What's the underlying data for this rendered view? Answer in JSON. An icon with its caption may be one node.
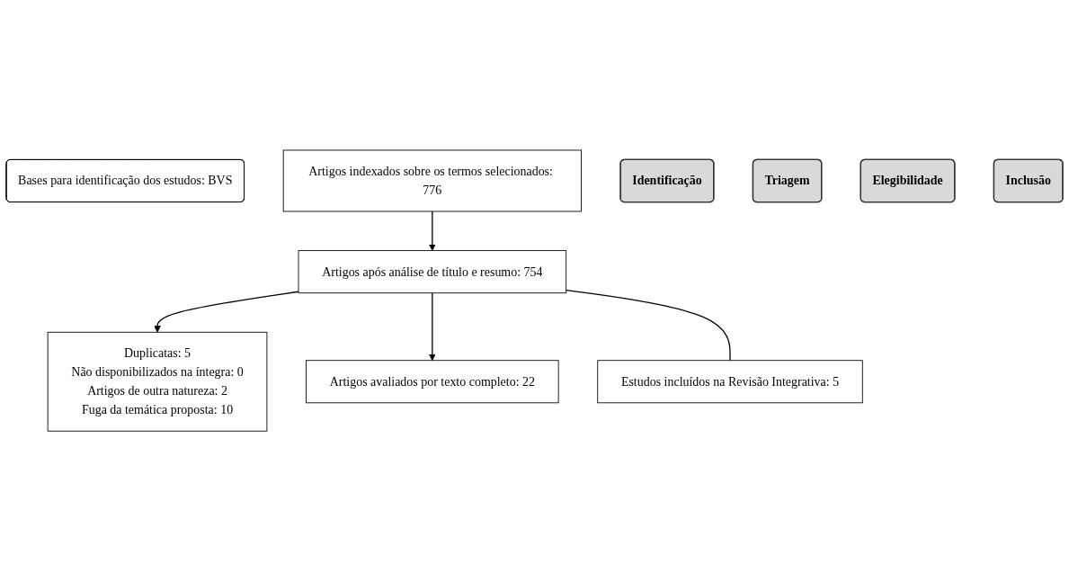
{
  "diagram": {
    "nodes": [
      {
        "text": [
          "Bases para identificação dos estudos: BVS"
        ]
      },
      {
        "text": [
          "Artigos indexados sobre os termos selecionados: 776"
        ]
      },
      {
        "text": [
          "Artigos após análise de título e resumo:   754"
        ]
      },
      {
        "text": [
          "Duplicatas:  5",
          "Não disponibilizados na íntegra:  0",
          "Artigos de outra natureza:  2",
          "Fuga da temática proposta: 10"
        ]
      },
      {
        "text": [
          "Artigos avaliados por texto completo:    22"
        ]
      },
      {
        "text": [
          "Estudos incluídos na Revisão Integrativa: 5"
        ]
      },
      {
        "text": [
          "Identificação"
        ]
      },
      {
        "text": [
          "Triagem"
        ]
      },
      {
        "text": [
          "Elegibilidade"
        ]
      },
      {
        "text": [
          "Inclusão"
        ]
      }
    ],
    "edges": [
      {
        "from": 1,
        "to": 2,
        "arrow": "to"
      },
      {
        "from": 2,
        "to": 3,
        "arrow": "to"
      },
      {
        "from": 2,
        "to": 4,
        "arrow": "to"
      },
      {
        "from": 2,
        "to": 5,
        "arrow": "none"
      }
    ]
  }
}
